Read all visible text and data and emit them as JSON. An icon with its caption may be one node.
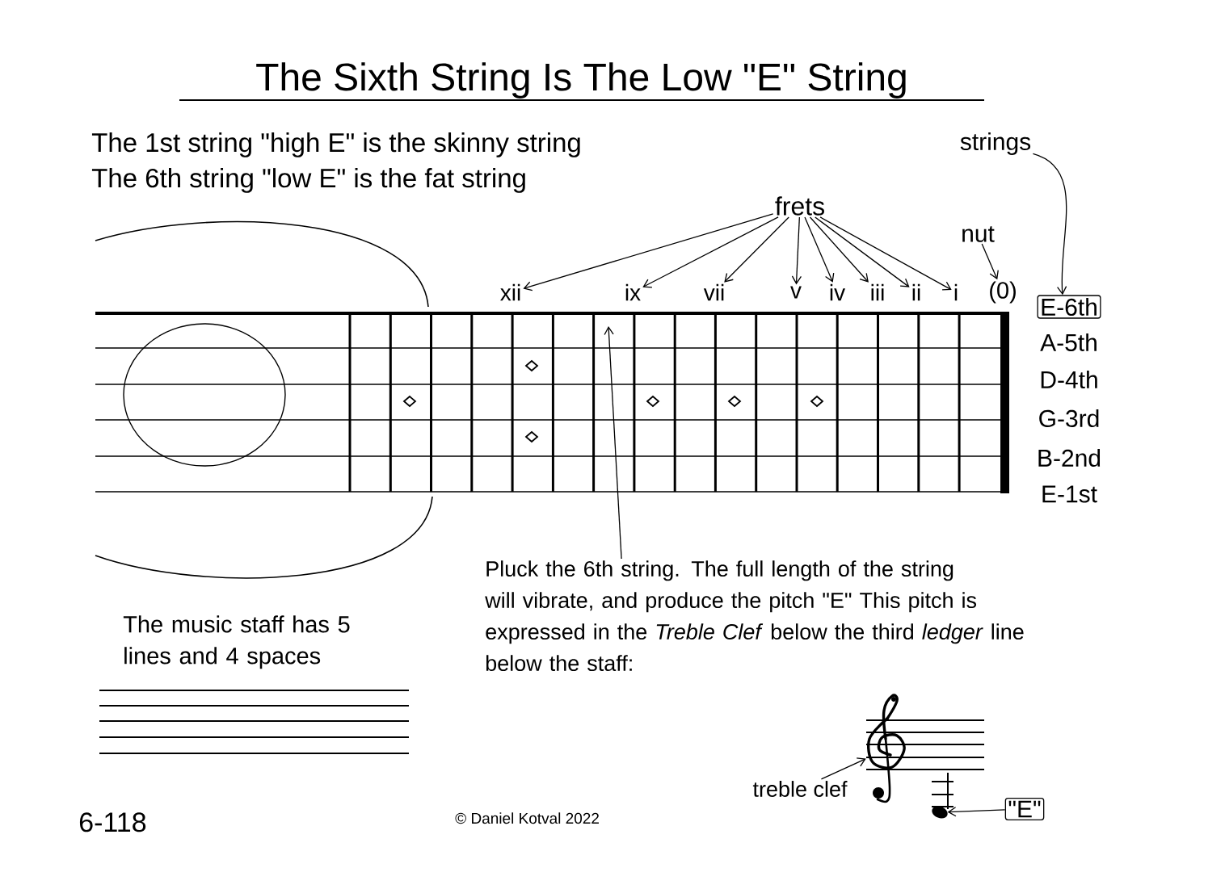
{
  "diagram": {
    "title": "The Sixth String Is The Low \"E\" String",
    "nodes": [
      {
        "text": [
          "frets"
        ]
      },
      {
        "text": [
          "xii"
        ]
      },
      {
        "text": [
          "ix"
        ]
      },
      {
        "text": [
          "vii"
        ]
      },
      {
        "text": [
          "v"
        ]
      },
      {
        "text": [
          "iv"
        ]
      },
      {
        "text": [
          "iii"
        ]
      },
      {
        "text": [
          "ii"
        ]
      },
      {
        "text": [
          "i"
        ]
      },
      {
        "text": [
          "nut"
        ]
      },
      {
        "text": [
          "(0)"
        ]
      },
      {
        "text": [
          "strings"
        ]
      },
      {
        "text": [
          "E-6th"
        ]
      },
      {
        "text": [
          "A-5th"
        ]
      },
      {
        "text": [
          "D-4th"
        ]
      },
      {
        "text": [
          "G-3rd"
        ]
      },
      {
        "text": [
          "B-2nd"
        ]
      },
      {
        "text": [
          "E-1st"
        ]
      },
      {
        "text": [
          "Pluck the 6th string. The full length of the string will vibrate, and produce the pitch \"E\" This pitch is expressed in the *Treble Clef* below the third *ledger* line below the staff:"
        ]
      },
      {
        "text": [
          "treble clef"
        ]
      },
      {
        "text": [],
        "shape": "picture"
      },
      {
        "text": [
          "\"E\""
        ]
      },
      {
        "text": [],
        "shape": "circle"
      }
    ],
    "edges": [
      {
        "from": 0,
        "to": 1,
        "arrow": "to"
      },
      {
        "from": 0,
        "to": 2,
        "arrow": "to"
      },
      {
        "from": 0,
        "to": 3,
        "arrow": "to"
      },
      {
        "from": 0,
        "to": 4,
        "arrow": "to"
      },
      {
        "from": 0,
        "to": 5,
        "arrow": "to"
      },
      {
        "from": 0,
        "to": 6,
        "arrow": "to"
      },
      {
        "from": 0,
        "to": 7,
        "arrow": "to"
      },
      {
        "from": 0,
        "to": 8,
        "arrow": "to"
      },
      {
        "from": 9,
        "to": 10,
        "arrow": "to"
      },
      {
        "from": 11,
        "to": 12,
        "arrow": "to"
      },
      {
        "from": 18,
        "to": null,
        "arrow": "to"
      },
      {
        "from": 19,
        "to": 20,
        "arrow": "to"
      },
      {
        "from": 21,
        "to": 22,
        "arrow": "to"
      }
    ],
    "labels": [
      "The 1st string \"high E\" is the skinny string",
      "The 6th string \"low E\" is the fat string",
      "The music staff has 5 lines and 4 spaces",
      "6-118",
      "© Daniel Kotval 2022"
    ]
  }
}
